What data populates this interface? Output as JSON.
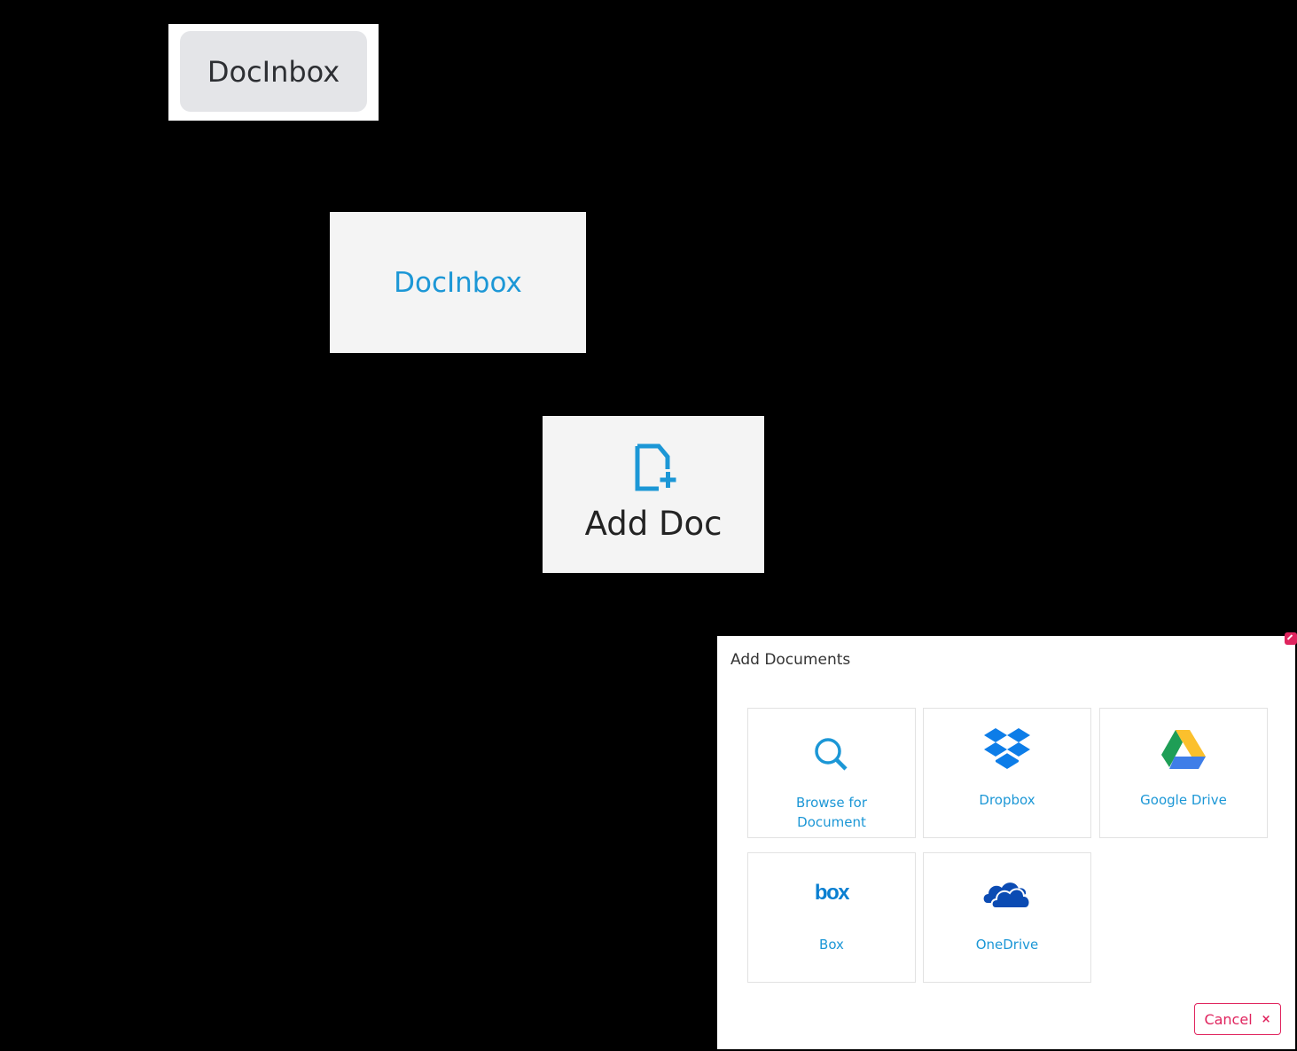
{
  "panel1": {
    "button_label": "DocInbox"
  },
  "panel2": {
    "link_label": "DocInbox"
  },
  "panel3": {
    "button_label": "Add Doc",
    "icon": "add-document-icon"
  },
  "modal": {
    "title": "Add Documents",
    "options": [
      {
        "label": "Browse for Document",
        "icon": "search-icon"
      },
      {
        "label": "Dropbox",
        "icon": "dropbox-icon"
      },
      {
        "label": "Google Drive",
        "icon": "google-drive-icon"
      },
      {
        "label": "Box",
        "icon": "box-icon"
      },
      {
        "label": "OneDrive",
        "icon": "onedrive-icon"
      }
    ],
    "cancel_label": "Cancel",
    "cancel_icon": "×"
  },
  "colors": {
    "accent_blue": "#1c97d6",
    "danger_pink": "#e0245e",
    "gray_button": "#e4e5e8",
    "panel_bg": "#f4f4f4"
  }
}
